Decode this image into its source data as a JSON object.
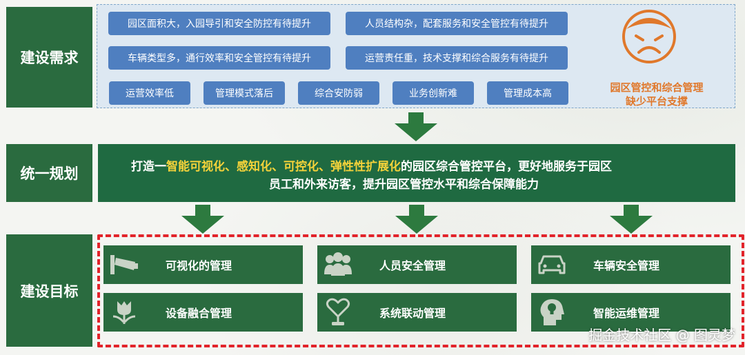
{
  "sections": {
    "needs_label": "建设需求",
    "plan_label": "统一规划",
    "goals_label": "建设目标"
  },
  "needs": {
    "wide": [
      "园区面积大，入园导引和安全防控有待提升",
      "人员结构杂，配套服务和安全管控有待提升",
      "车辆类型多，通行效率和安全管控有待提升",
      "运营责任重，技术支撑和综合服务有待提升"
    ],
    "short": [
      "运营效率低",
      "管理模式落后",
      "综合安防弱",
      "业务创新难",
      "管理成本高"
    ],
    "caption_line1": "园区管控和综合管理",
    "caption_line2": "缺少平台支撑"
  },
  "plan": {
    "prefix": "打造一",
    "hl1": "智能可视化、",
    "hl2": "感知化、",
    "hl3": "可控化、",
    "hl4": "弹性性扩展化",
    "suffix": "的园区综合管控平台，更好地服务于园区",
    "line2": "员工和外来访客，提升园区管控水平和综合保障能力"
  },
  "goals": [
    {
      "label": "可视化的管理",
      "icon": "cctv-camera-icon"
    },
    {
      "label": "人员安全管理",
      "icon": "people-group-icon"
    },
    {
      "label": "车辆安全管理",
      "icon": "car-icon"
    },
    {
      "label": "设备融合管理",
      "icon": "tulip-icon"
    },
    {
      "label": "系统联动管理",
      "icon": "heart-trophy-icon"
    },
    {
      "label": "智能运维管理",
      "icon": "head-lightbulb-icon"
    }
  ],
  "watermark": "掘金技术社区 @ 图灵梦",
  "colors": {
    "green": "#2a6b3f",
    "blue_pill": "#4f7fc0",
    "orange": "#e0782b",
    "highlight": "#f4d23a",
    "red_dash": "#e2232a"
  }
}
